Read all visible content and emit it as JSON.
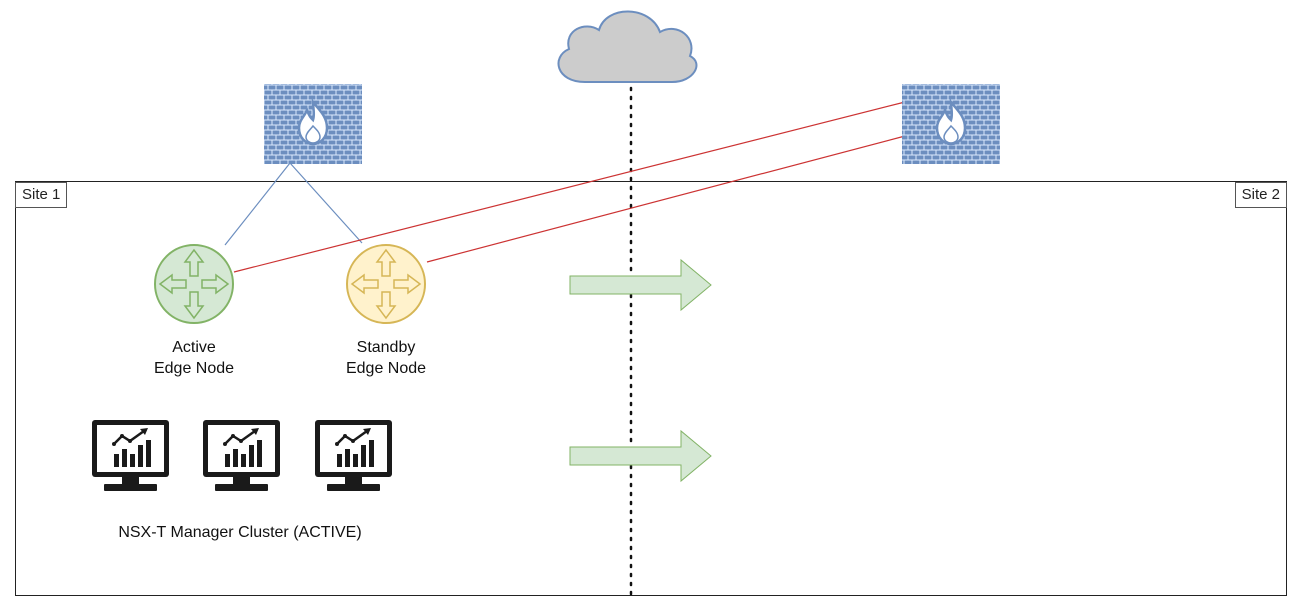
{
  "site1": {
    "label": "Site 1"
  },
  "site2": {
    "label": "Site 2"
  },
  "edge_nodes": {
    "active": {
      "line1": "Active",
      "line2": "Edge Node",
      "color": "#82b366",
      "fill": "#d5e8d4"
    },
    "standby": {
      "line1": "Standby",
      "line2": "Edge Node",
      "color": "#d6b656",
      "fill": "#fff2cc"
    }
  },
  "manager_cluster": {
    "label": "NSX-T Manager Cluster (ACTIVE)"
  },
  "colors": {
    "firewall_brick": "#6c8ebf",
    "firewall_fill": "#dae8fc",
    "cloud_fill": "#cccccc",
    "cloud_stroke": "#6c8ebf",
    "uplink_blue": "#6c8ebf",
    "uplink_red": "#cc3333",
    "arrow_fill": "#d5e8d4",
    "arrow_stroke": "#82b366"
  },
  "icons": [
    "cloud-icon",
    "firewall-icon",
    "router-icon",
    "monitor-chart-icon",
    "arrow-right-icon"
  ]
}
